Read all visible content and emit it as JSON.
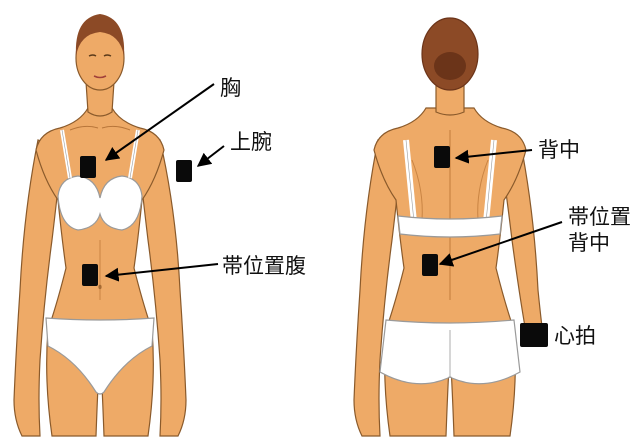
{
  "colors": {
    "skin": "#eeaa67",
    "skin_shade": "#d8893f",
    "outline": "#8a5a2b",
    "hair": "#8c4a26",
    "hair_dark": "#6b3419",
    "underwear": "#ffffff",
    "sensor": "#0a0a0a",
    "arrow": "#000000",
    "label": "#111111"
  },
  "labels": {
    "chest": "胸",
    "upper_arm": "上腕",
    "belt_abdomen": "帯位置腹",
    "upper_back": "背中",
    "belt_back_line1": "帯位置",
    "belt_back_line2": "背中",
    "heartbeat": "心拍"
  }
}
